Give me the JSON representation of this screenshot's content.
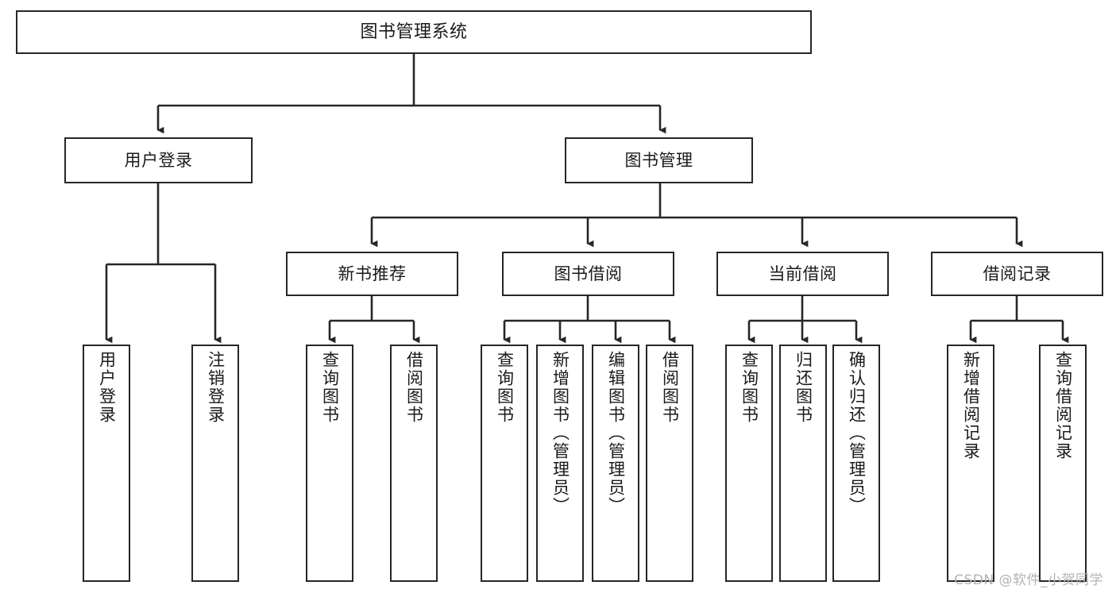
{
  "diagram": {
    "title": "图书管理系统",
    "watermark": "CSDN @软件_小贺同学",
    "colors": {
      "stroke": "#262626",
      "fill": "#ffffff",
      "text": "#1a1a1a",
      "watermark": "#b3b3b3"
    },
    "nodes": {
      "root": {
        "label": "图书管理系统"
      },
      "level2": [
        {
          "id": "user-login",
          "label": "用户登录"
        },
        {
          "id": "book-manage",
          "label": "图书管理"
        }
      ],
      "level3": [
        {
          "id": "new-book-recommend",
          "label": "新书推荐"
        },
        {
          "id": "book-borrow",
          "label": "图书借阅"
        },
        {
          "id": "current-borrow",
          "label": "当前借阅"
        },
        {
          "id": "borrow-record",
          "label": "借阅记录"
        }
      ],
      "leaves": {
        "user-login": [
          {
            "id": "leaf-user-login",
            "label": "用户登录"
          },
          {
            "id": "leaf-user-logout",
            "label": "注销登录"
          }
        ],
        "new-book-recommend": [
          {
            "id": "leaf-query-book-1",
            "label": "查询图书"
          },
          {
            "id": "leaf-borrow-book-1",
            "label": "借阅图书"
          }
        ],
        "book-borrow": [
          {
            "id": "leaf-query-book-2",
            "label": "查询图书"
          },
          {
            "id": "leaf-add-book",
            "label": "新增图书（管理员）"
          },
          {
            "id": "leaf-edit-book",
            "label": "编辑图书（管理员）"
          },
          {
            "id": "leaf-borrow-book-2",
            "label": "借阅图书"
          }
        ],
        "current-borrow": [
          {
            "id": "leaf-query-book-3",
            "label": "查询图书"
          },
          {
            "id": "leaf-return-book",
            "label": "归还图书"
          },
          {
            "id": "leaf-confirm-return",
            "label": "确认归还（管理员）"
          }
        ],
        "borrow-record": [
          {
            "id": "leaf-add-record",
            "label": "新增借阅记录"
          },
          {
            "id": "leaf-query-record",
            "label": "查询借阅记录"
          }
        ]
      }
    }
  }
}
